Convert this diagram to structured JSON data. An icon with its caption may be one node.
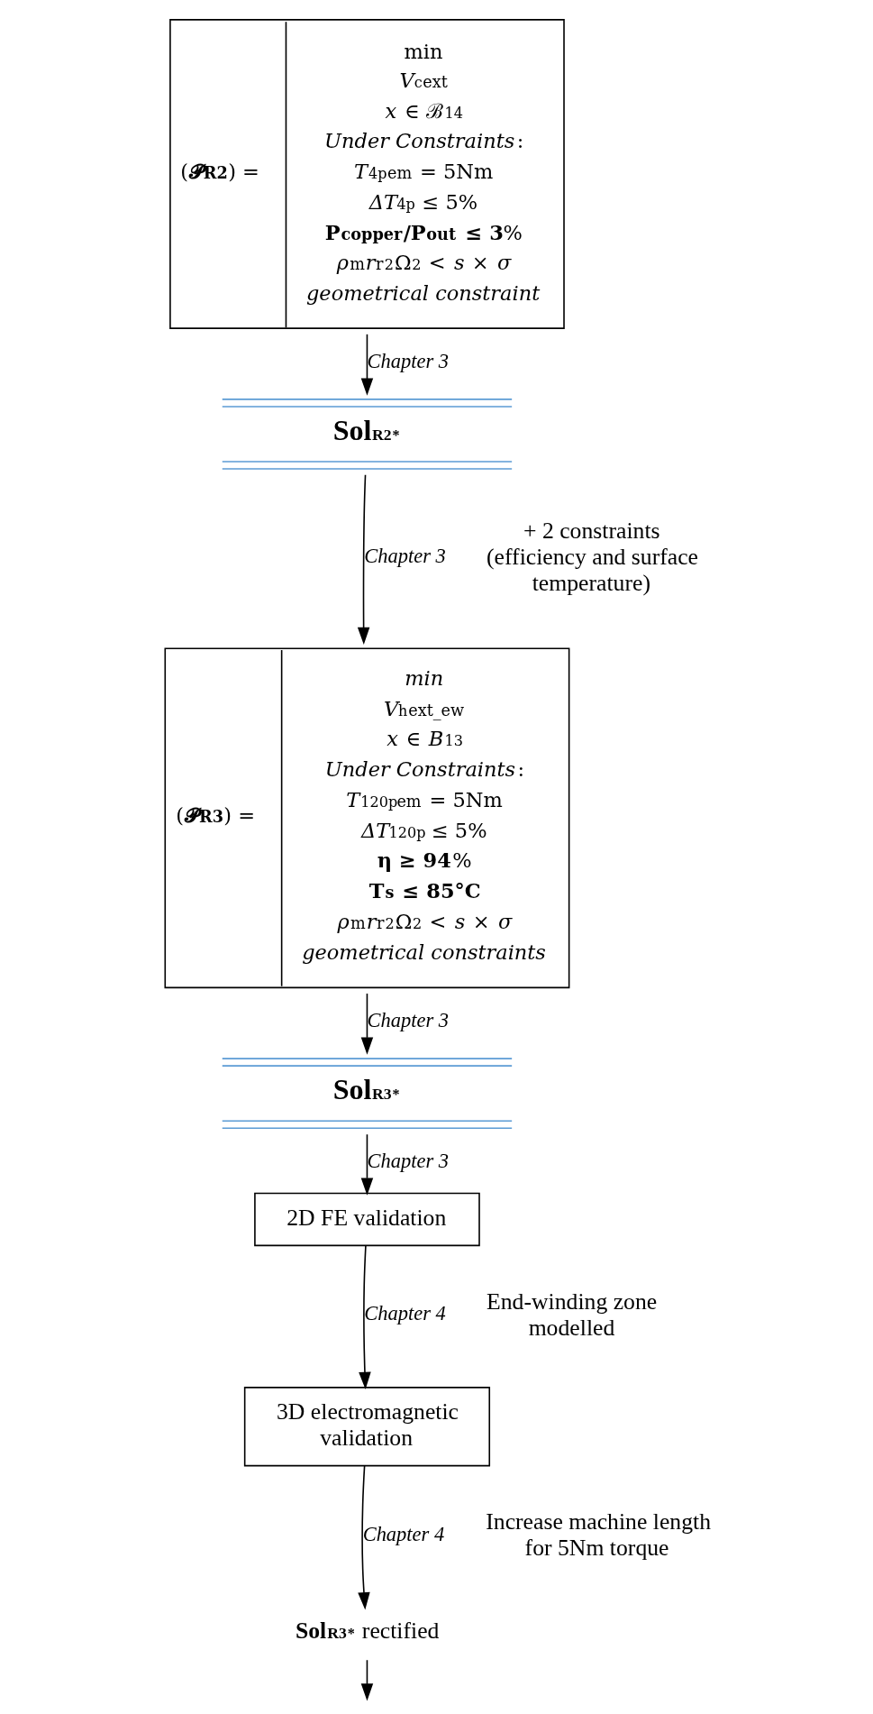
{
  "diagram": {
    "nodes": [
      {
        "text": [
          "(**𝓟$_{R2}$**) =",
          "min",
          "*V*$^{c}$$_{ext}$",
          "*x* ∈ ℬ$^{14}$",
          "*Under Constraints*:",
          "*T*$^{4p}$$_{em}$ = 5Nm",
          "*ΔT*$^{4p}$ ≤ 5%",
          "**P$_{copper}$/P$_{out}$ ≤ 3**%",
          "*ρ*$_{m}$*r*$_{r}$$^{2}$Ω$^{2}$ < *s* × *σ*",
          "*geometrical constraint*"
        ]
      },
      {
        "text": [
          "**Sol$_{R2}$$^{*}$**"
        ]
      },
      {
        "text": [
          "(**𝓟$_{R3}$**) =",
          "*min*",
          "*V*$^{h}$$_{ext_ew}$",
          "*x* ∈ *B*$^{13}$",
          "*Under Constraints*:",
          "*T*$^{120p}$$_{em}$ = 5Nm",
          "*ΔT*$^{120p}$ ≤ 5%",
          "**η ≥ 94**%",
          "**T$_{s}$ ≤ 85°C**",
          "*ρ*$_{m}$*r*$_{r}$$^{2}$Ω$^{2}$ < *s* × *σ*",
          "*geometrical constraints*"
        ]
      },
      {
        "text": [
          "**Sol$_{R3}$$^{*}$**"
        ]
      },
      {
        "text": [
          "2D FE validation"
        ]
      },
      {
        "text": [
          "3D electromagnetic validation"
        ]
      },
      {
        "text": [
          "**Sol$_{R3}$$^{*}$** rectified"
        ]
      }
    ],
    "edges": [
      {
        "from": 0,
        "to": 1,
        "arrow": "to",
        "label": "*Chapter 3*"
      },
      {
        "from": 1,
        "to": 2,
        "arrow": "to",
        "label": "*Chapter 3*"
      },
      {
        "from": 2,
        "to": 3,
        "arrow": "to",
        "label": "*Chapter 3*"
      },
      {
        "from": 3,
        "to": 4,
        "arrow": "to",
        "label": "*Chapter 3*"
      },
      {
        "from": 4,
        "to": 5,
        "arrow": "to",
        "label": "*Chapter 4*"
      },
      {
        "from": 5,
        "to": 6,
        "arrow": "to",
        "label": "*Chapter 4*"
      },
      {
        "from": 6,
        "to": null,
        "arrow": "to"
      }
    ],
    "labels": [
      "+ 2 constraints (efficiency and surface temperature)",
      "End-winding zone modelled",
      "Increase machine length for 5Nm torque"
    ]
  }
}
